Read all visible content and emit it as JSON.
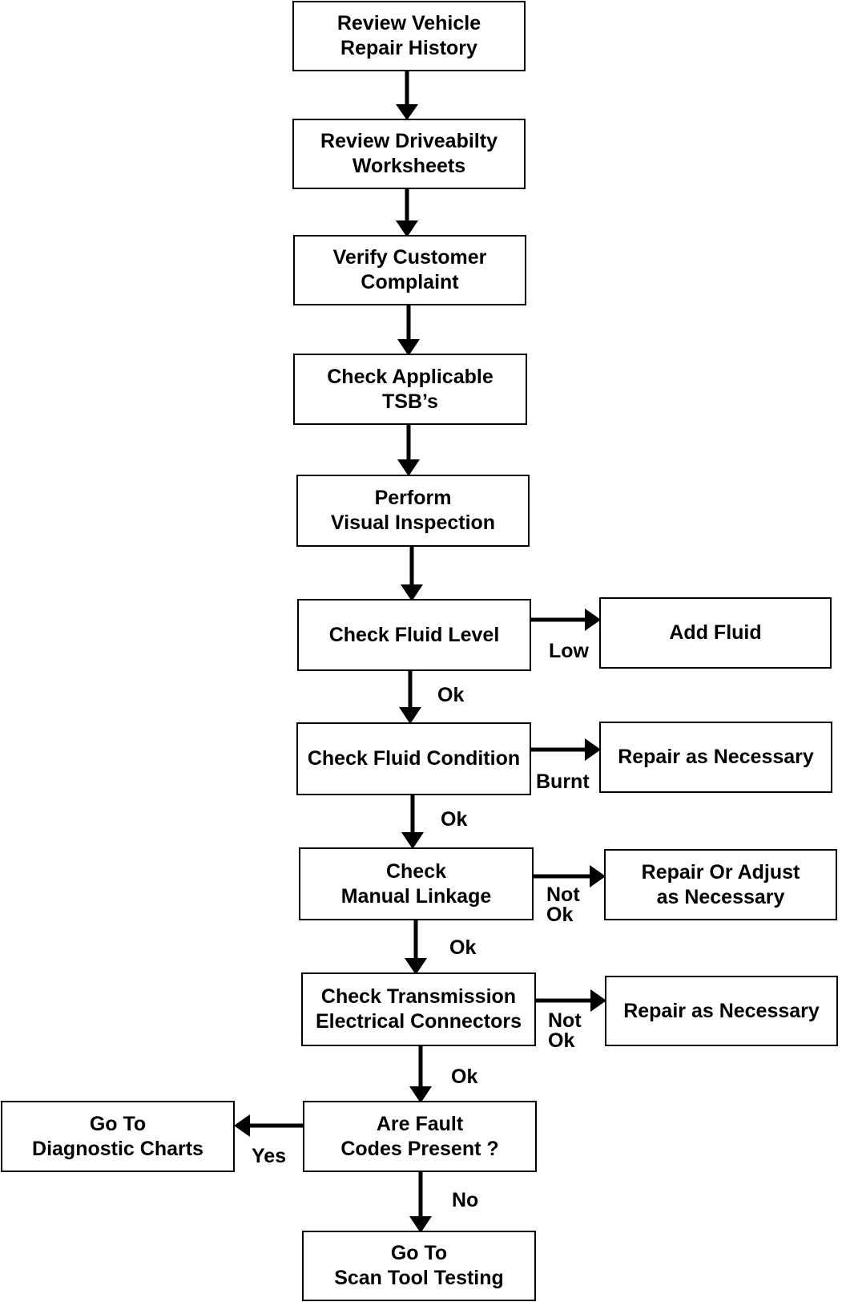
{
  "nodes": {
    "review_history": "Review Vehicle\nRepair History",
    "review_worksheets": "Review Driveabilty\nWorksheets",
    "verify_complaint": "Verify Customer\nComplaint",
    "check_tsb": "Check Applicable\nTSB’s",
    "visual_inspection": "Perform\nVisual Inspection",
    "check_fluid_level": "Check Fluid Level",
    "add_fluid": "Add Fluid",
    "check_fluid_condition": "Check Fluid Condition",
    "repair_necessary_1": "Repair as Necessary",
    "check_linkage": "Check\nManual Linkage",
    "repair_adjust": "Repair Or Adjust\nas Necessary",
    "check_connectors": "Check Transmission\nElectrical Connectors",
    "repair_necessary_2": "Repair as Necessary",
    "fault_codes": "Are Fault\nCodes Present ?",
    "diagnostic_charts": "Go To\nDiagnostic Charts",
    "scan_tool": "Go To\nScan Tool Testing"
  },
  "edges": {
    "low": "Low",
    "ok_1": "Ok",
    "burnt": "Burnt",
    "ok_2": "Ok",
    "not_ok_1": "Not\nOk",
    "ok_3": "Ok",
    "not_ok_2": "Not\nOk",
    "ok_4": "Ok",
    "yes": "Yes",
    "no": "No"
  }
}
